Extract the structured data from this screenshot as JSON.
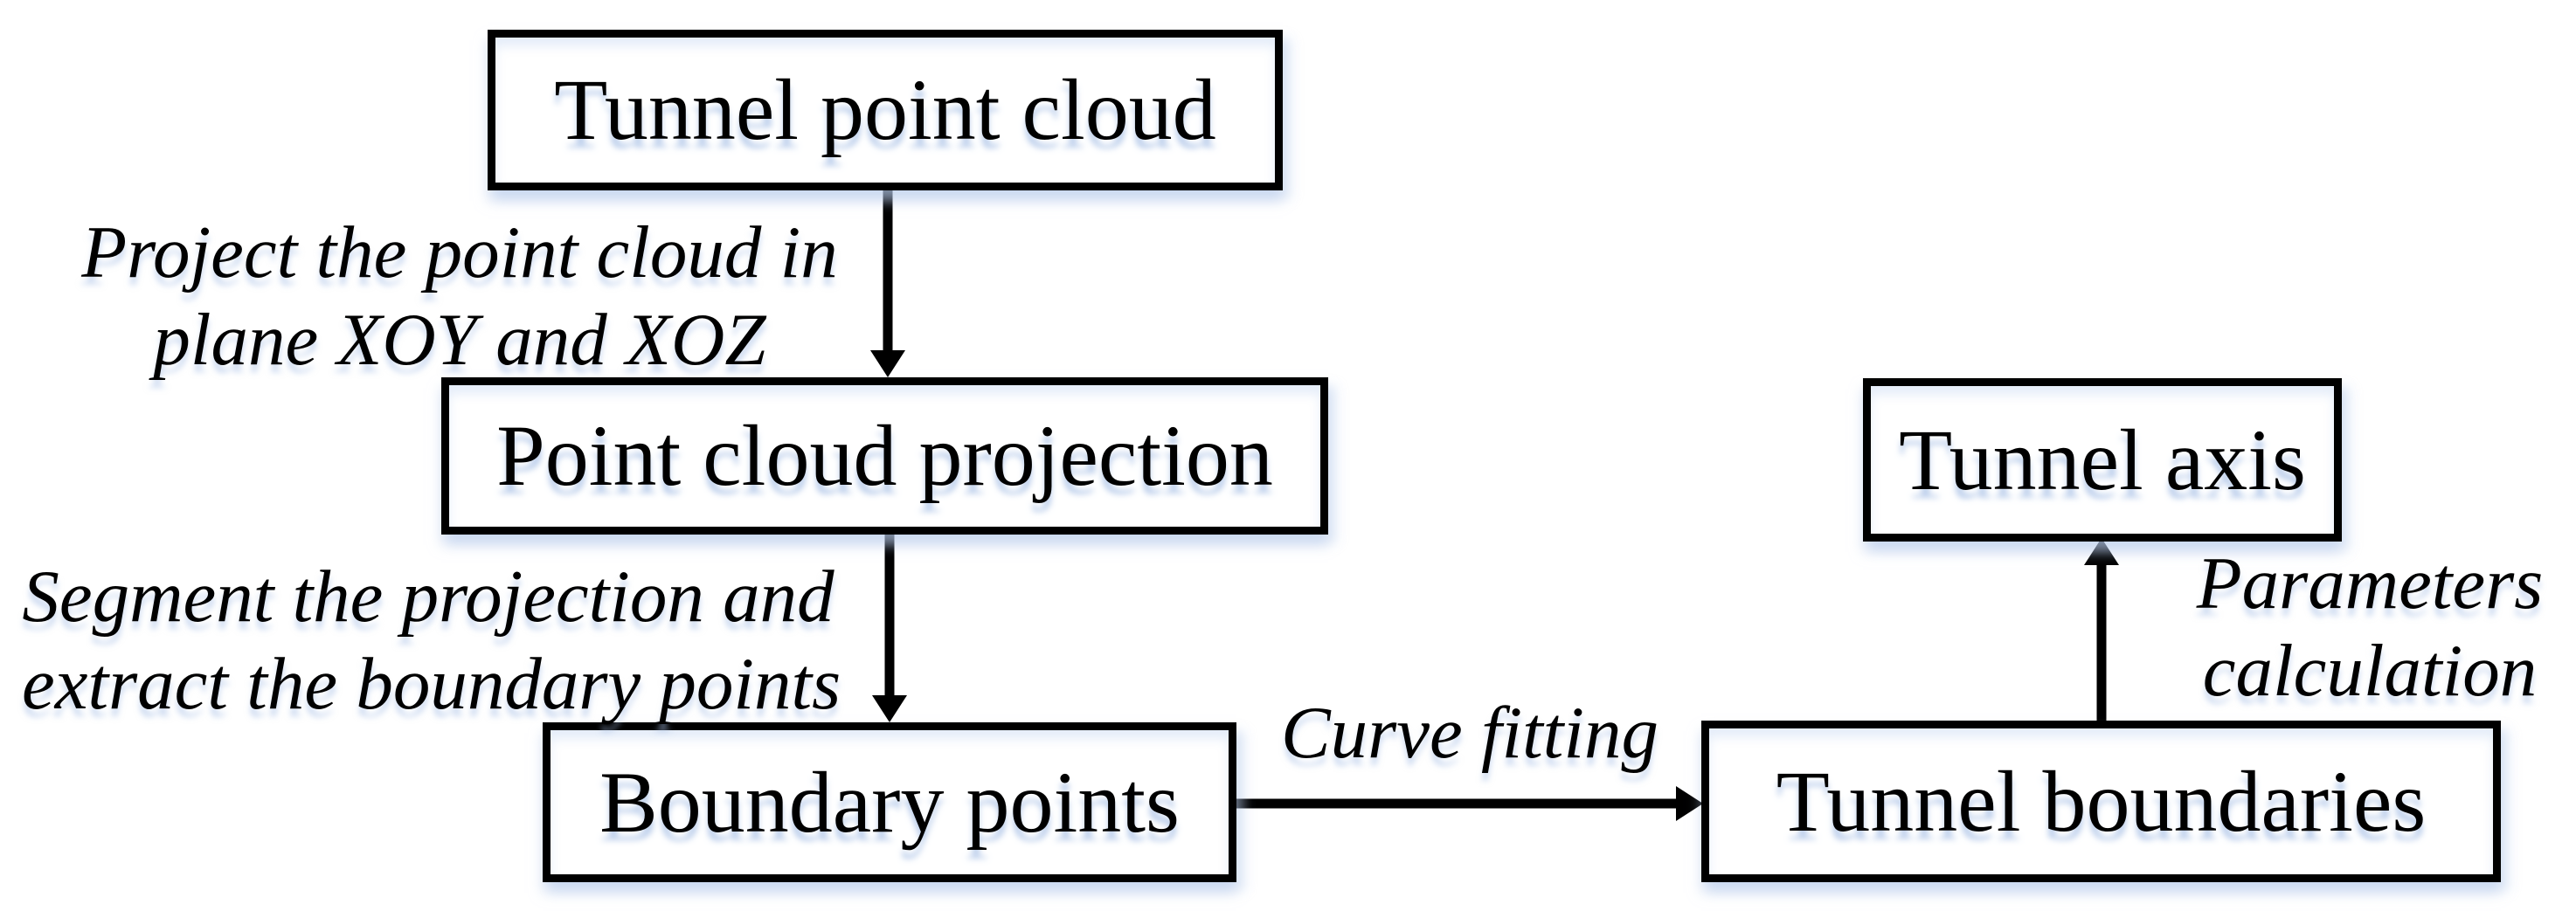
{
  "figure": {
    "type": "flowchart",
    "colors": {
      "background": "#ffffff",
      "ink": "#000000",
      "glow": "#bccdeb"
    }
  },
  "diagram": {
    "nodes": [
      {
        "id": "tunnel-point-cloud",
        "label": "Tunnel point cloud"
      },
      {
        "id": "point-cloud-projection",
        "label": "Point cloud projection"
      },
      {
        "id": "boundary-points",
        "label": "Boundary points"
      },
      {
        "id": "tunnel-boundaries",
        "label": "Tunnel boundaries"
      },
      {
        "id": "tunnel-axis",
        "label": "Tunnel axis"
      }
    ],
    "annotations": [
      {
        "id": "project-note",
        "lines": [
          "Project the point cloud in",
          "plane XOY and XOZ"
        ]
      },
      {
        "id": "segment-note",
        "lines": [
          "Segment the projection and",
          "extract the boundary points"
        ]
      },
      {
        "id": "curve-fitting-note",
        "lines": [
          "Curve fitting"
        ]
      },
      {
        "id": "parameters-note",
        "lines": [
          "Parameters",
          "calculation"
        ]
      }
    ],
    "edges": [
      {
        "from": "Tunnel point cloud",
        "to": "Point cloud projection",
        "label": "Project the point cloud in plane XOY and XOZ",
        "direction": "down"
      },
      {
        "from": "Point cloud projection",
        "to": "Boundary points",
        "label": "Segment the projection and extract the boundary points",
        "direction": "down"
      },
      {
        "from": "Boundary points",
        "to": "Tunnel boundaries",
        "label": "Curve fitting",
        "direction": "right"
      },
      {
        "from": "Tunnel boundaries",
        "to": "Tunnel axis",
        "label": "Parameters calculation",
        "direction": "up"
      }
    ]
  }
}
